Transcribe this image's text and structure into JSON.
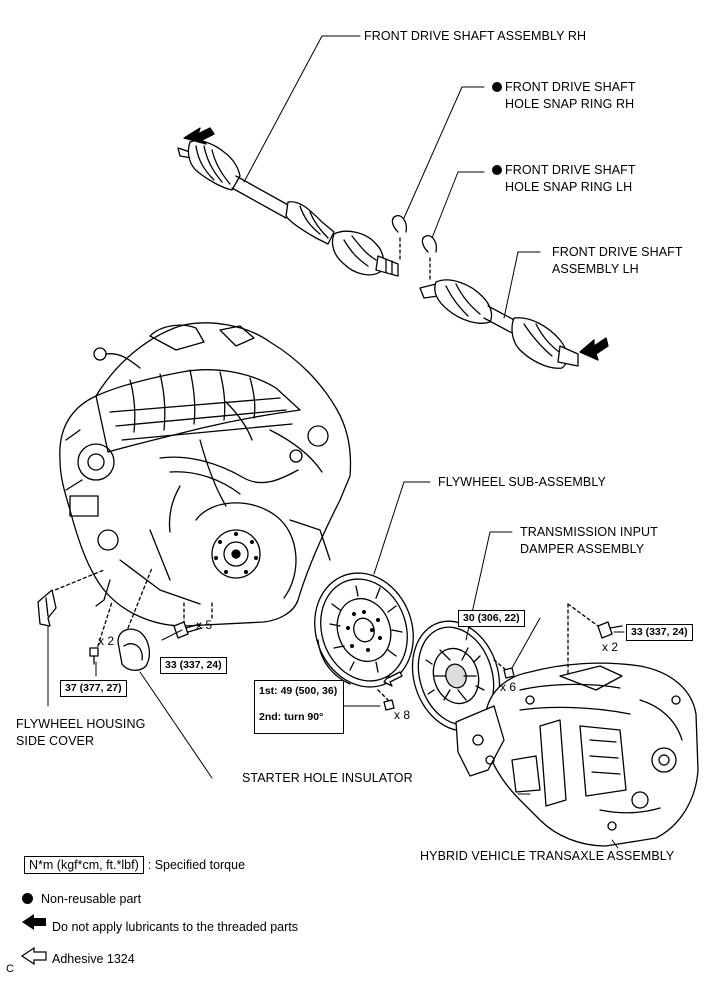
{
  "labels": {
    "front_drive_shaft_rh": "FRONT DRIVE SHAFT ASSEMBLY RH",
    "snap_ring_rh_line1": "FRONT DRIVE SHAFT",
    "snap_ring_rh_line2": "HOLE SNAP RING RH",
    "snap_ring_lh_line1": "FRONT DRIVE SHAFT",
    "snap_ring_lh_line2": "HOLE SNAP RING LH",
    "front_drive_shaft_lh_line1": "FRONT DRIVE SHAFT",
    "front_drive_shaft_lh_line2": "ASSEMBLY LH",
    "flywheel": "FLYWHEEL SUB-ASSEMBLY",
    "damper_line1": "TRANSMISSION INPUT",
    "damper_line2": "DAMPER ASSEMBLY",
    "flywheel_cover_line1": "FLYWHEEL HOUSING",
    "flywheel_cover_line2": "SIDE COVER",
    "starter_insulator": "STARTER HOLE INSULATOR",
    "transaxle": "HYBRID VEHICLE TRANSAXLE ASSEMBLY"
  },
  "torques": {
    "damper_bolts": "30 (306, 22)",
    "transaxle_bolts": "33 (337, 24)",
    "engine_bolts": "33 (337, 24)",
    "insulator_bolts": "37 (377, 27)",
    "flywheel_first": "1st: 49 (500, 36)",
    "flywheel_second": "2nd: turn 90°"
  },
  "quantities": {
    "insulator_bolts": "x 2",
    "engine_bolts": "x 5",
    "transaxle_bolts": "x 2",
    "damper_bolts": "x 6",
    "flywheel_bolts": "x 8"
  },
  "legend": {
    "torque_unit": "N*m (kgf*cm, ft.*lbf)",
    "torque_desc": ": Specified torque",
    "non_reusable": "Non-reusable part",
    "no_lubricant": "Do not apply lubricants to the threaded parts",
    "adhesive": "Adhesive 1324"
  },
  "figure_code": "C"
}
